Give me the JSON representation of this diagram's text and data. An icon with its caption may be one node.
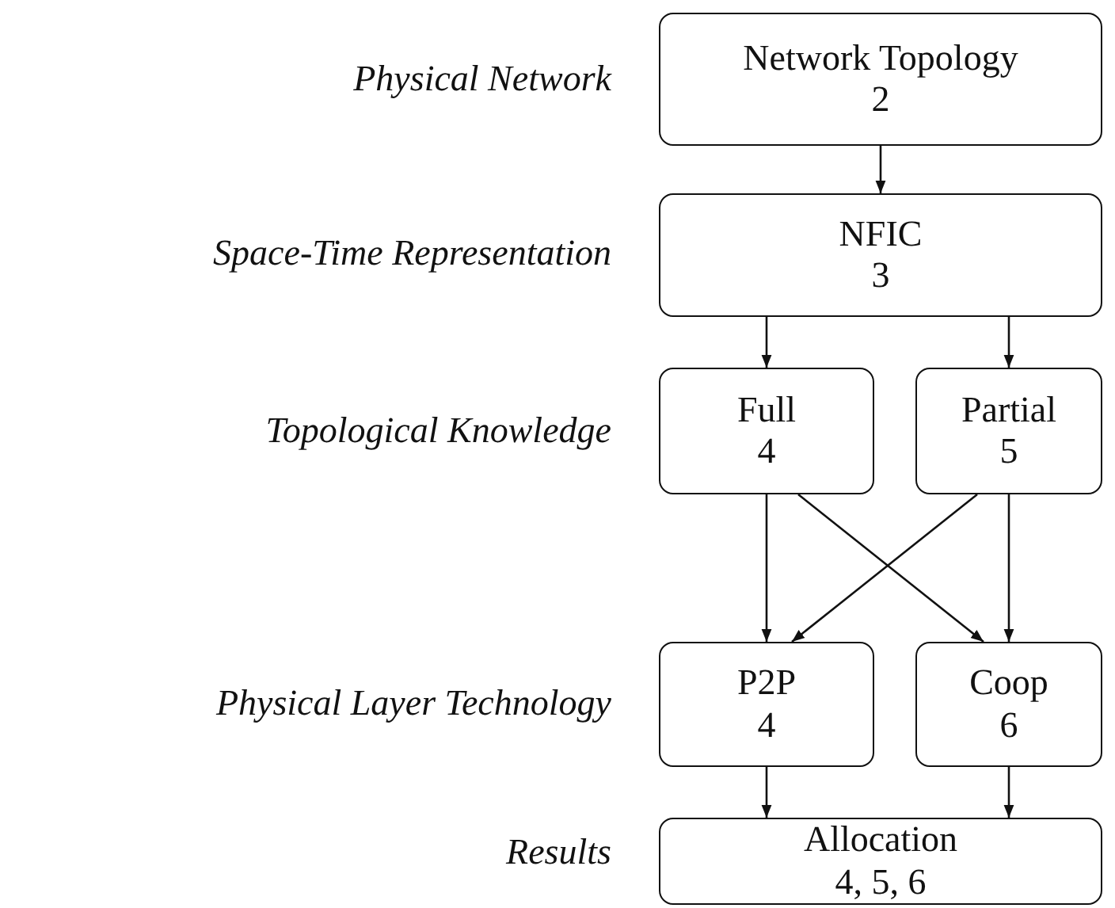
{
  "diagram": {
    "nodes": [
      {
        "text": [
          "Network Topology",
          "2"
        ]
      },
      {
        "text": [
          "NFIC",
          "3"
        ]
      },
      {
        "text": [
          "Full",
          "4"
        ]
      },
      {
        "text": [
          "Partial",
          "5"
        ]
      },
      {
        "text": [
          "P2P",
          "4"
        ]
      },
      {
        "text": [
          "Coop",
          "6"
        ]
      },
      {
        "text": [
          "Allocation",
          "4, 5, 6"
        ]
      }
    ],
    "edges": [
      {
        "from": 0,
        "to": 1,
        "arrow": "to"
      },
      {
        "from": 1,
        "to": 2,
        "arrow": "to"
      },
      {
        "from": 1,
        "to": 3,
        "arrow": "to"
      },
      {
        "from": 2,
        "to": 4,
        "arrow": "to"
      },
      {
        "from": 2,
        "to": 5,
        "arrow": "to"
      },
      {
        "from": 3,
        "to": 4,
        "arrow": "to"
      },
      {
        "from": 3,
        "to": 5,
        "arrow": "to"
      },
      {
        "from": 4,
        "to": 6,
        "arrow": "to"
      },
      {
        "from": 5,
        "to": 6,
        "arrow": "to"
      }
    ],
    "labels": [
      "Physical Network",
      "Space-Time Representation",
      "Topological Knowledge",
      "Physical Layer Technology",
      "Results"
    ]
  }
}
